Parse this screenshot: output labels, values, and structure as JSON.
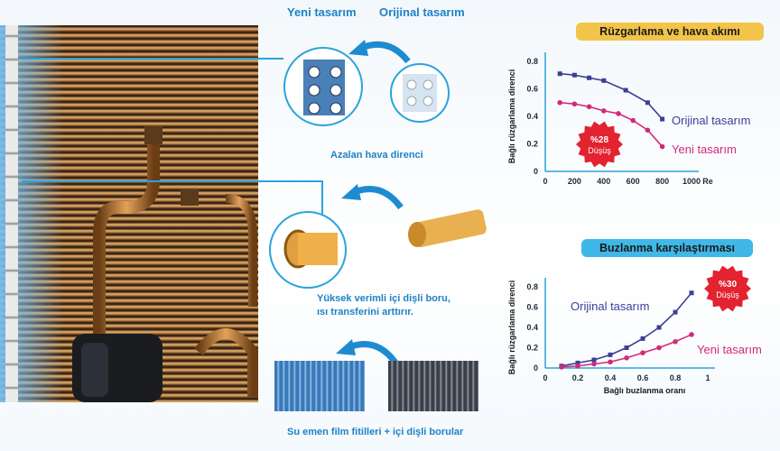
{
  "legend_top": {
    "new_design": "Yeni tasarım",
    "original_design": "Orijinal tasarım"
  },
  "callouts": {
    "fin_caption": "Azalan hava direnci",
    "tube_caption_line1": "Yüksek verimli içi dişli boru,",
    "tube_caption_line2": "ısı transferini arttırır.",
    "coil_caption": "Su emen film fitilleri + içi dişli borular"
  },
  "colors": {
    "original": "#3a3f96",
    "new": "#d22a7a",
    "accent": "#2aa3dc"
  },
  "chart_data": [
    {
      "type": "line",
      "title": "Rüzgarlama ve hava akımı",
      "ylabel": "Bağlı rüzgarlama direnci",
      "xlabel": "",
      "x_unit": "Re",
      "xlim": [
        0,
        1000
      ],
      "ylim": [
        0,
        0.8
      ],
      "xticks": [
        "0",
        "200",
        "400",
        "600",
        "800",
        "1000"
      ],
      "yticks": [
        "0",
        "0.2",
        "0.4",
        "0.6",
        "0.8"
      ],
      "badge_line1": "%28",
      "badge_line2": "Düşüş",
      "series": [
        {
          "name": "Orijinal tasarım",
          "x": [
            100,
            200,
            300,
            400,
            550,
            700,
            800
          ],
          "y": [
            0.71,
            0.7,
            0.68,
            0.66,
            0.59,
            0.5,
            0.38
          ]
        },
        {
          "name": "Yeni tasarım",
          "x": [
            100,
            200,
            300,
            400,
            500,
            600,
            700,
            800
          ],
          "y": [
            0.5,
            0.49,
            0.47,
            0.44,
            0.42,
            0.37,
            0.3,
            0.18
          ]
        }
      ]
    },
    {
      "type": "line",
      "title": "Buzlanma karşılaştırması",
      "ylabel": "Bağlı rüzgarlama direnci",
      "xlabel": "Bağlı buzlanma oranı",
      "xlim": [
        0,
        1
      ],
      "ylim": [
        0,
        0.8
      ],
      "xticks": [
        "0",
        "0.2",
        "0.4",
        "0.6",
        "0.8",
        "1"
      ],
      "yticks": [
        "0",
        "0.2",
        "0.4",
        "0.6",
        "0.8"
      ],
      "badge_line1": "%30",
      "badge_line2": "Düşüş",
      "series": [
        {
          "name": "Orijinal tasarım",
          "x": [
            0.1,
            0.2,
            0.3,
            0.4,
            0.5,
            0.6,
            0.7,
            0.8,
            0.9
          ],
          "y": [
            0.02,
            0.05,
            0.08,
            0.13,
            0.2,
            0.29,
            0.4,
            0.55,
            0.74
          ]
        },
        {
          "name": "Yeni tasarım",
          "x": [
            0.1,
            0.2,
            0.3,
            0.4,
            0.5,
            0.6,
            0.7,
            0.8,
            0.9
          ],
          "y": [
            0.01,
            0.02,
            0.04,
            0.06,
            0.1,
            0.15,
            0.2,
            0.26,
            0.33
          ]
        }
      ]
    }
  ]
}
